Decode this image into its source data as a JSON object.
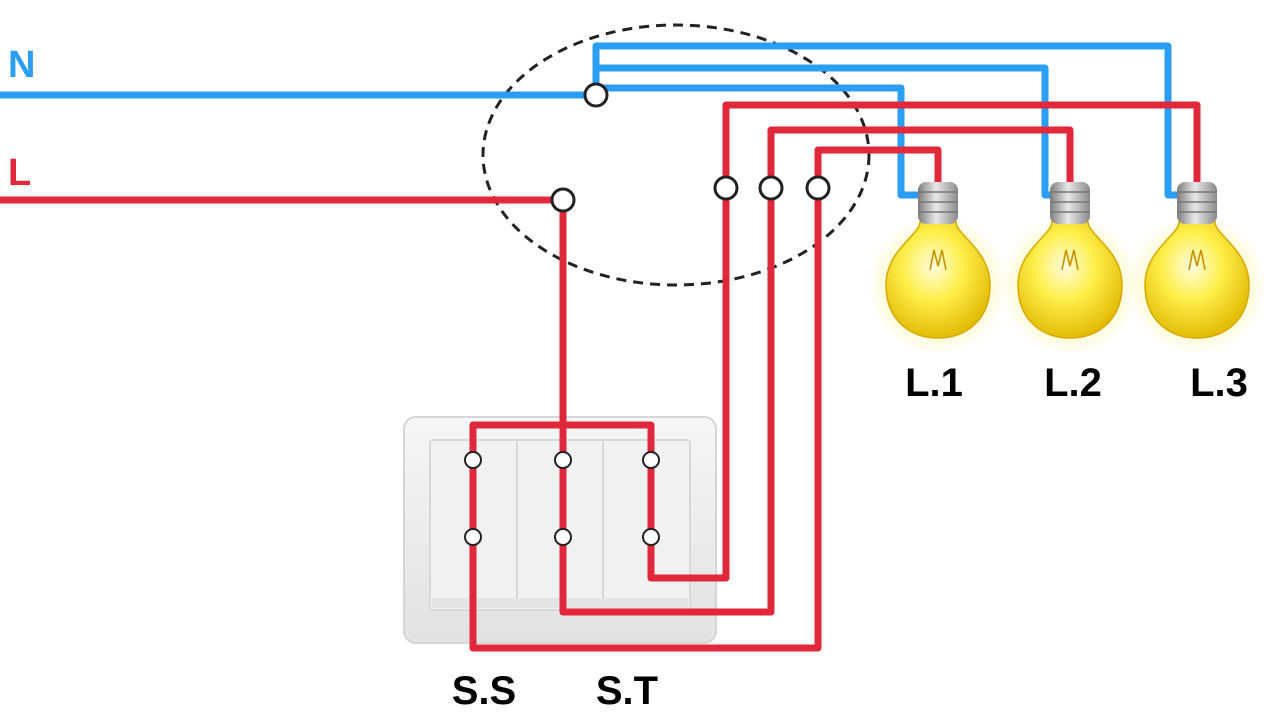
{
  "lines": {
    "neutral": "N",
    "live": "L"
  },
  "lamps": [
    {
      "label": "L.1"
    },
    {
      "label": "L.2"
    },
    {
      "label": "L.3"
    }
  ],
  "switch_labels": {
    "ss": "S.S",
    "st": "S.T"
  },
  "colors": {
    "neutral_wire": "#2a9df4",
    "live_wire": "#e0283a",
    "label_text": "#000000",
    "bulb_glass": "#ffe600",
    "bulb_glow": "#fff8a8",
    "bulb_cap": "#a9a9a9",
    "junction_outline": "#222222",
    "switch_plate": "#eeeeee"
  }
}
